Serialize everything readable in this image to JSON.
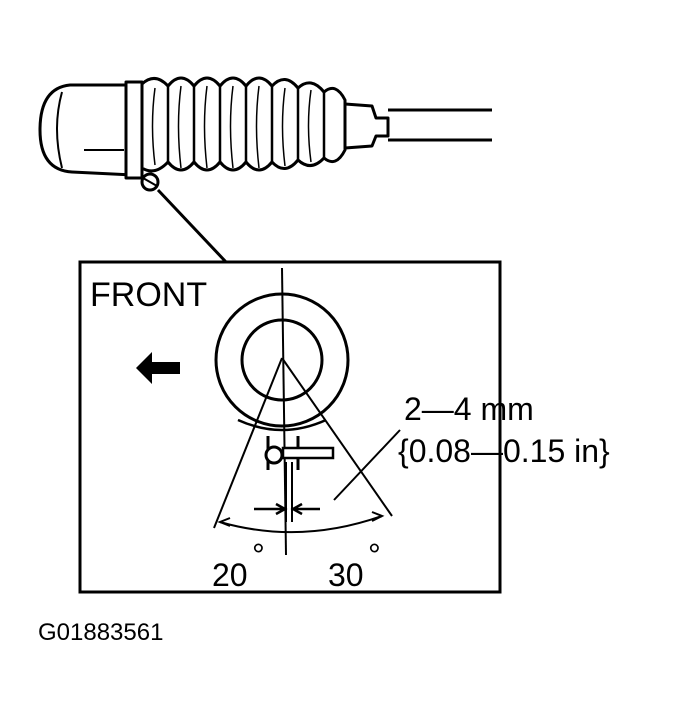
{
  "diagram": {
    "front_label": "FRONT",
    "clearance_mm": "2—4 mm",
    "clearance_in": "{0.08—0.15 in}",
    "angle_left": "20",
    "angle_right": "30",
    "degree_symbol": "°",
    "figure_code": "G01883561",
    "colors": {
      "line": "#000000",
      "background": "#ffffff"
    },
    "icons": [
      "front-arrow-icon"
    ]
  }
}
